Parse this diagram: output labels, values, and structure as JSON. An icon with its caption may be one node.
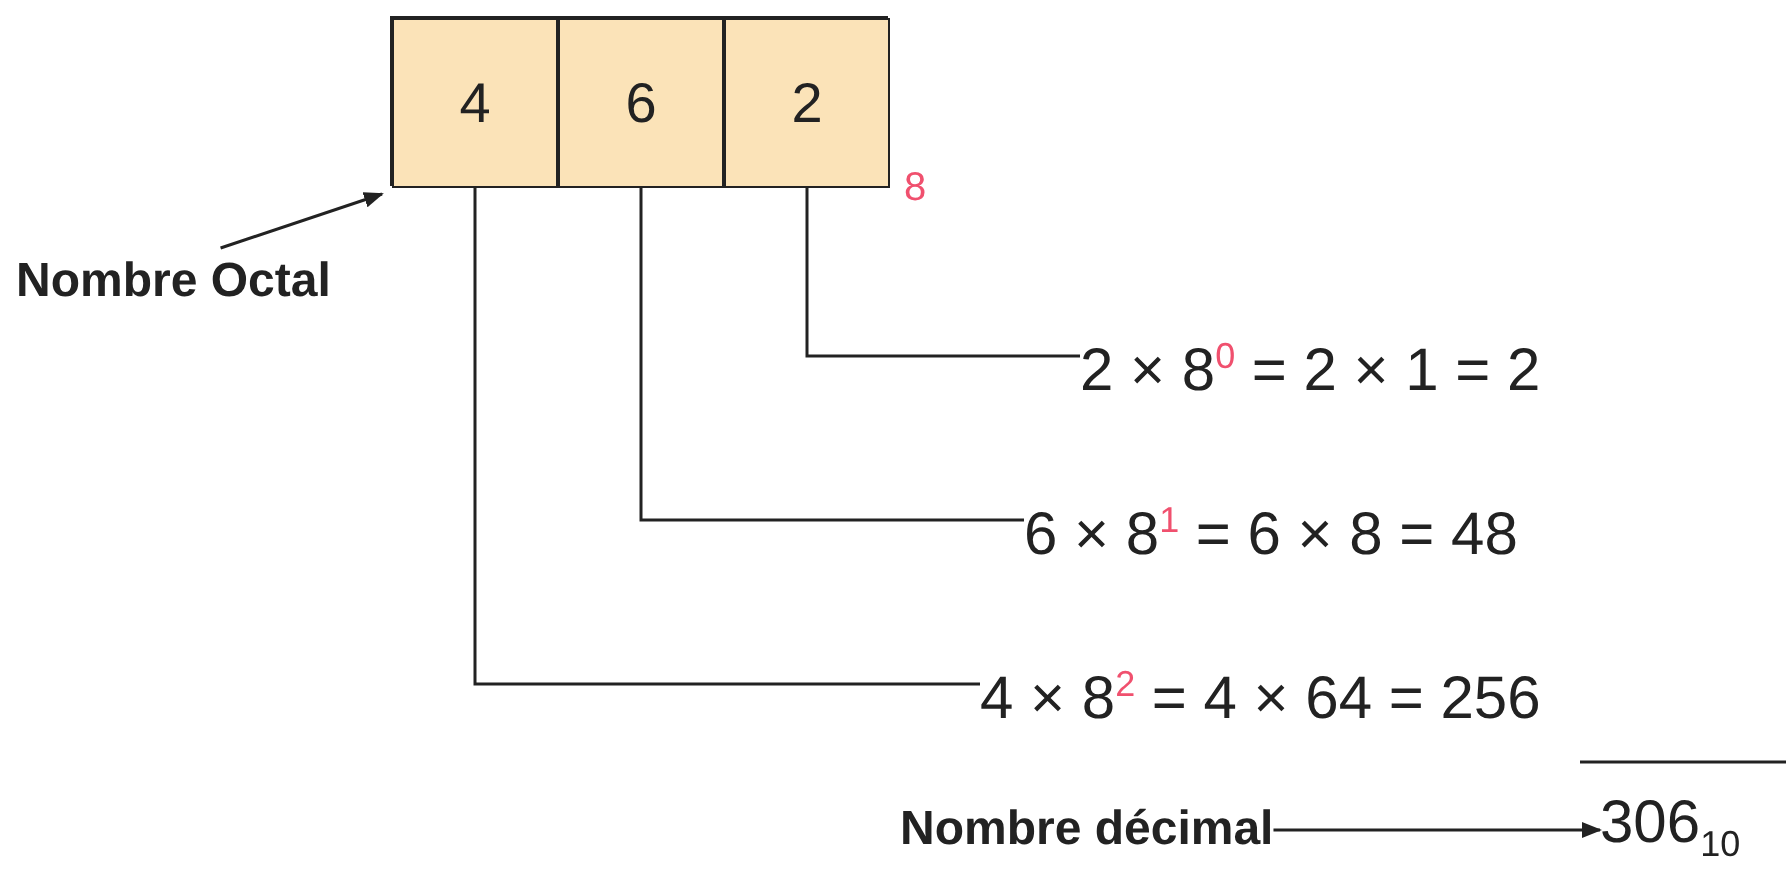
{
  "diagram": {
    "nodes": [
      {
        "text": [],
        "shape": "box",
        "beside": [
          "8"
        ]
      },
      {
        "text": [
          "4"
        ],
        "in": 0
      },
      {
        "text": [
          "6"
        ],
        "in": 0
      },
      {
        "text": [
          "2"
        ],
        "in": 0
      },
      {
        "text": [
          "Nombre Octal"
        ]
      },
      {
        "text": [
          "2 × 8$^{0}$ = 2 × 1 = 2"
        ]
      },
      {
        "text": [
          "6 × 8$^{1}$ = 6 × 8 = 48"
        ]
      },
      {
        "text": [
          "4 × 8$^{2}$ = 4 × 64 = 256"
        ]
      },
      {
        "text": [
          "Nombre décimal"
        ]
      },
      {
        "text": [
          "306$_{10}$"
        ]
      }
    ],
    "edges": [
      {
        "from": 4,
        "to": 0,
        "arrow": "to"
      },
      {
        "from": 3,
        "to": 5,
        "arrow": "none"
      },
      {
        "from": 2,
        "to": 6,
        "arrow": "none"
      },
      {
        "from": 1,
        "to": 7,
        "arrow": "none"
      },
      {
        "from": 8,
        "to": 9,
        "arrow": "to"
      }
    ]
  }
}
